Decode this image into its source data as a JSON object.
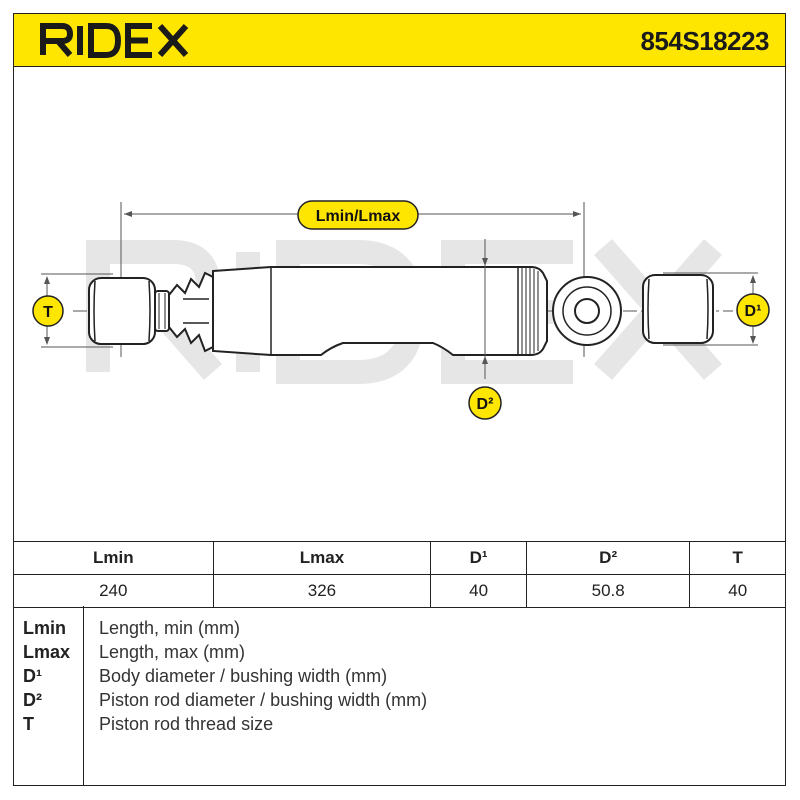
{
  "header": {
    "brand": "RIDEX",
    "part_number": "854S18223",
    "accent_color": "#ffe600"
  },
  "diagram": {
    "watermark": "RIDEX",
    "labels": {
      "length": "Lmin/Lmax",
      "thread": "T",
      "d1": "D¹",
      "d2": "D²"
    }
  },
  "spec_table": {
    "headers": [
      "Lmin",
      "Lmax",
      "D¹",
      "D²",
      "T"
    ],
    "values": [
      "240",
      "326",
      "40",
      "50.8",
      "40"
    ]
  },
  "legend": [
    {
      "key": "Lmin",
      "desc": "Length, min (mm)"
    },
    {
      "key": "Lmax",
      "desc": "Length, max (mm)"
    },
    {
      "key": "D¹",
      "desc": "Body diameter / bushing width (mm)"
    },
    {
      "key": "D²",
      "desc": "Piston rod diameter / bushing width (mm)"
    },
    {
      "key": "T",
      "desc": "Piston rod thread size"
    }
  ]
}
